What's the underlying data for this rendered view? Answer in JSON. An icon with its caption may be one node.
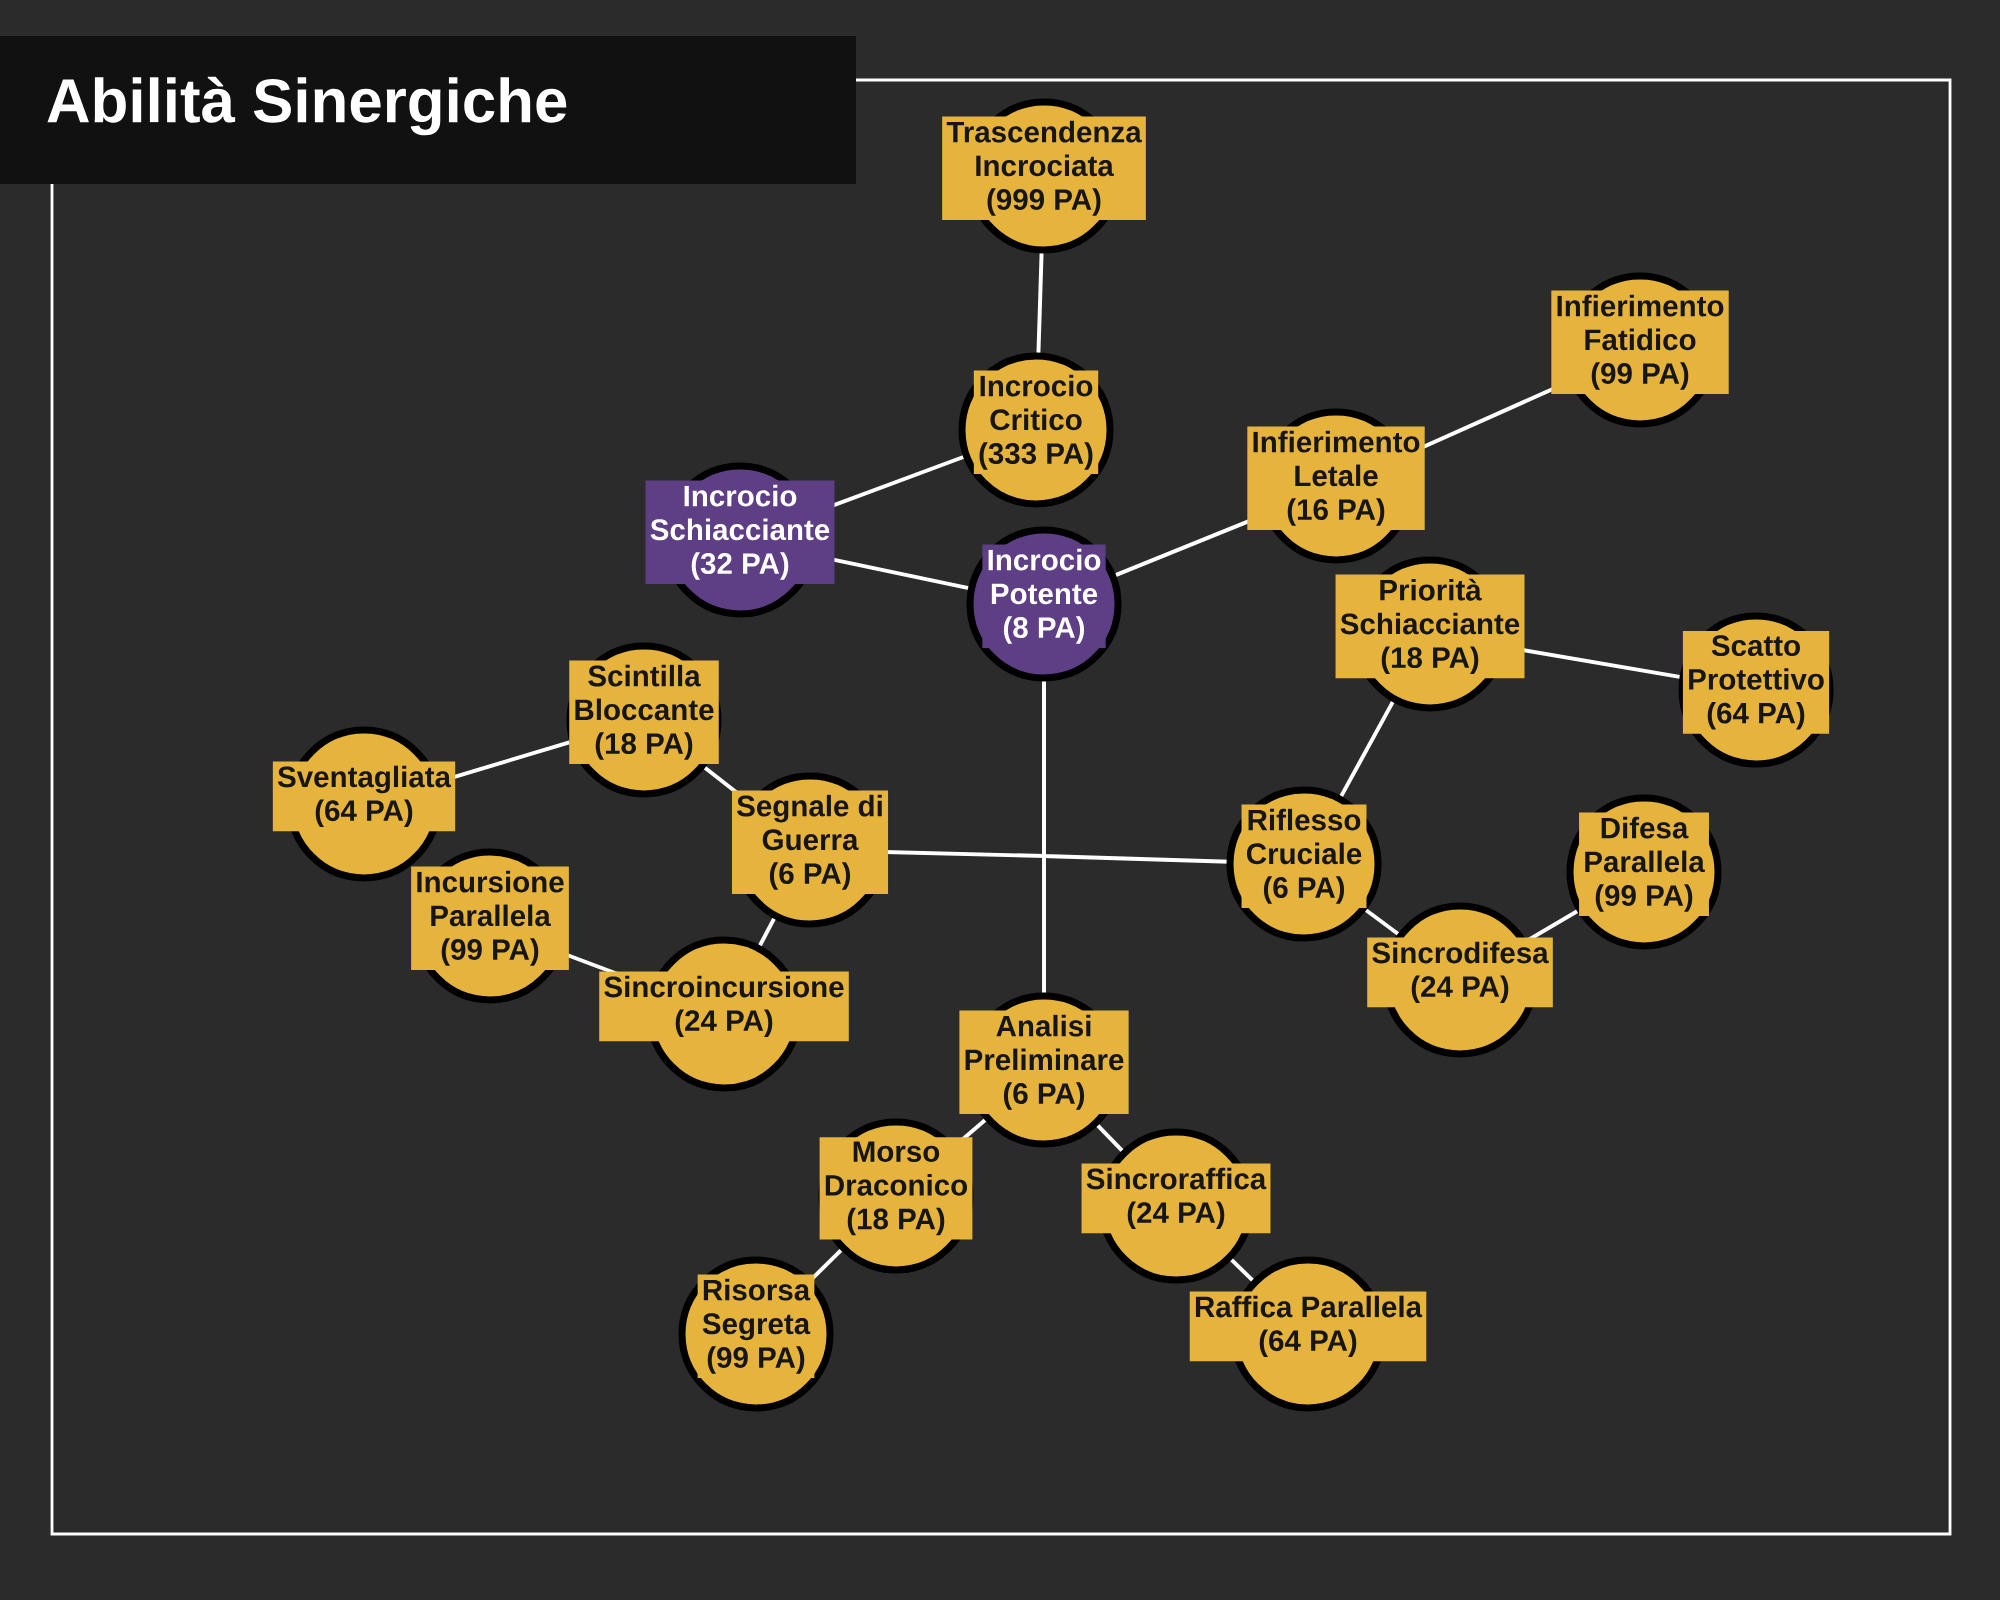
{
  "diagram": {
    "title": "Abilità Sinergiche",
    "nodes": [
      {
        "text": [
          "Trascendenza Incrociata",
          "(999 PA)"
        ]
      },
      {
        "text": [
          "Incrocio Critico",
          "(333 PA)"
        ]
      },
      {
        "text": [
          "Incrocio Schiacciante",
          "(32 PA)"
        ]
      },
      {
        "text": [
          "Incrocio Potente",
          "(8 PA)"
        ]
      },
      {
        "text": [
          "Infierimento Letale",
          "(16 PA)"
        ]
      },
      {
        "text": [
          "Infierimento Fatidico",
          "(99 PA)"
        ]
      },
      {
        "text": [
          "Priorità Schiacciante",
          "(18 PA)"
        ]
      },
      {
        "text": [
          "Scatto Protettivo",
          "(64 PA)"
        ]
      },
      {
        "text": [
          "Scintilla Bloccante",
          "(18 PA)"
        ]
      },
      {
        "text": [
          "Sventagliata",
          "(64 PA)"
        ]
      },
      {
        "text": [
          "Segnale di Guerra",
          "(6 PA)"
        ]
      },
      {
        "text": [
          "Riflesso Cruciale",
          "(6 PA)"
        ]
      },
      {
        "text": [
          "Difesa Parallela",
          "(99 PA)"
        ]
      },
      {
        "text": [
          "Incursione Parallela",
          "(99 PA)"
        ]
      },
      {
        "text": [
          "Sincroincursione",
          "(24 PA)"
        ]
      },
      {
        "text": [
          "Sincrodifesa",
          "(24 PA)"
        ]
      },
      {
        "text": [
          "Analisi Preliminare",
          "(6 PA)"
        ]
      },
      {
        "text": [
          "Morso Draconico",
          "(18 PA)"
        ]
      },
      {
        "text": [
          "Sincroraffica",
          "(24 PA)"
        ]
      },
      {
        "text": [
          "Risorsa Segreta",
          "(99 PA)"
        ]
      },
      {
        "text": [
          "Raffica Parallela",
          "(64 PA)"
        ]
      }
    ],
    "edges": [
      {
        "from": 0,
        "to": 1,
        "arrow": "none"
      },
      {
        "from": 1,
        "to": 2,
        "arrow": "none"
      },
      {
        "from": 2,
        "to": 3,
        "arrow": "none"
      },
      {
        "from": 3,
        "to": 4,
        "arrow": "none"
      },
      {
        "from": 4,
        "to": 5,
        "arrow": "none"
      },
      {
        "from": 3,
        "to": 10,
        "arrow": "none"
      },
      {
        "from": 3,
        "to": 11,
        "arrow": "none"
      },
      {
        "from": 3,
        "to": 16,
        "arrow": "none"
      },
      {
        "from": 11,
        "to": 6,
        "arrow": "none"
      },
      {
        "from": 6,
        "to": 7,
        "arrow": "none"
      },
      {
        "from": 11,
        "to": 15,
        "arrow": "none"
      },
      {
        "from": 15,
        "to": 12,
        "arrow": "none"
      },
      {
        "from": 10,
        "to": 8,
        "arrow": "none"
      },
      {
        "from": 8,
        "to": 9,
        "arrow": "none"
      },
      {
        "from": 10,
        "to": 14,
        "arrow": "none"
      },
      {
        "from": 14,
        "to": 13,
        "arrow": "none"
      },
      {
        "from": 16,
        "to": 17,
        "arrow": "none"
      },
      {
        "from": 17,
        "to": 19,
        "arrow": "none"
      },
      {
        "from": 16,
        "to": 18,
        "arrow": "none"
      },
      {
        "from": 18,
        "to": 20,
        "arrow": "none"
      }
    ]
  }
}
